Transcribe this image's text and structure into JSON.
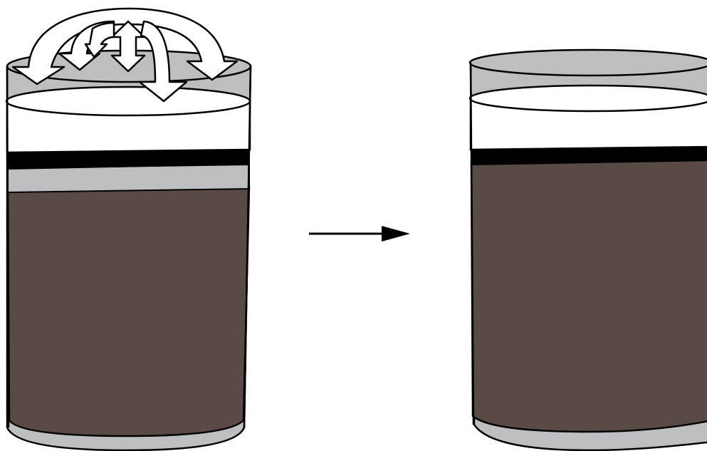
{
  "diagram": {
    "panels": [
      {
        "id": "before",
        "vessel": "jar",
        "layers": [
          "headspace",
          "white-layer",
          "black-band",
          "gray-band",
          "dark-fill"
        ],
        "has_mixing_arrows": true
      },
      {
        "id": "after",
        "vessel": "jar",
        "layers": [
          "headspace",
          "white-layer",
          "black-band",
          "dark-fill"
        ],
        "has_mixing_arrows": false
      }
    ],
    "connector": {
      "direction": "right",
      "icon": "arrow-right-icon"
    },
    "colors": {
      "jar_glass": "#bcbec0",
      "white_layer": "#ffffff",
      "black_band": "#000000",
      "gray_band": "#bcbec0",
      "dark_fill": "#594a45",
      "outline": "#000000",
      "mixing_arrow_fill": "#ffffff"
    }
  }
}
